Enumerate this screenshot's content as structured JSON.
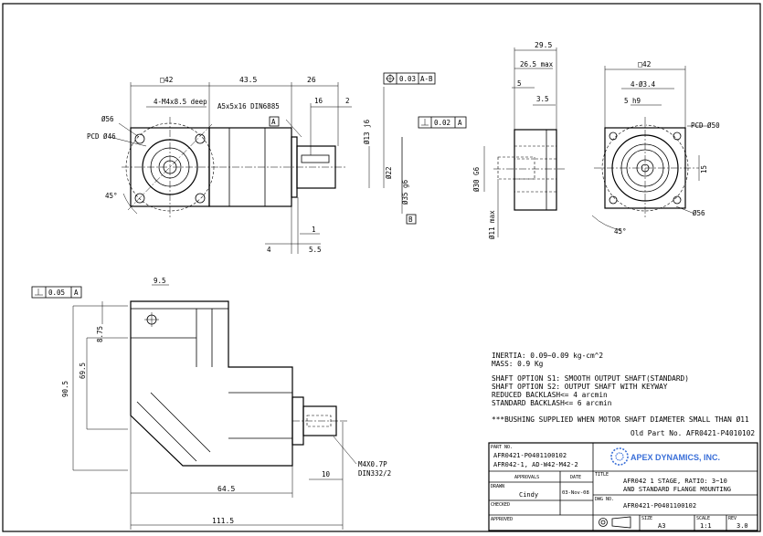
{
  "dims_front": {
    "sq42": "□42",
    "d43_5": "43.5",
    "d26": "26",
    "d16": "16",
    "d2": "2",
    "tap": "4-M4x8.5 deep",
    "key": "A5x5x16 DIN6885",
    "phi56": "Ø56",
    "pcd46": "PCD Ø46",
    "angle45": "45°",
    "phi13": "Ø13 j6",
    "phi22": "Ø22",
    "phi35": "Ø35 g6",
    "d4": "4",
    "d5_5": "5.5",
    "d1": "1",
    "tolA": "A",
    "tolB": "B",
    "tol_pos_val": "0.03",
    "tol_pos_ref": "A-B",
    "tol_perp_val": "0.02",
    "tol_perp_ref": "A"
  },
  "dims_side": {
    "d29_5": "29.5",
    "d26_5": "26.5 max",
    "d5": "5",
    "d3_5": "3.5",
    "phi30": "Ø30 G6",
    "phi11": "Ø11 max"
  },
  "dims_end": {
    "sq42": "□42",
    "holes": "4-Ø3.4",
    "keyw": "5 h9",
    "pcd50": "PCD Ø50",
    "d15": "15",
    "phi56": "Ø56",
    "angle45": "45°"
  },
  "dims_bottom": {
    "tol_val": "0.05",
    "tol_ref": "A",
    "d9_5": "9.5",
    "d8_75": "8.75",
    "d69_5": "69.5",
    "d90_5": "90.5",
    "d64_5": "64.5",
    "d111_5": "111.5",
    "d10": "10",
    "thread1": "M4X0.7P",
    "thread2": "DIN332/2"
  },
  "notes": {
    "inertia": "INERTIA: 0.09~0.09 kg-cm^2",
    "mass": "MASS: 0.9 Kg",
    "s1": "SHAFT OPTION S1: SMOOTH OUTPUT SHAFT(STANDARD)",
    "s2": "SHAFT OPTION S2: OUTPUT SHAFT WITH KEYWAY",
    "reduced": "REDUCED BACKLASH<= 4 arcmin",
    "standard": "STANDARD BACKLASH<= 6 arcmin",
    "bushing": "***BUSHING SUPPLIED WHEN MOTOR SHAFT DIAMETER SMALL THAN Ø11",
    "old_part": "Old Part No. AFR0421-P4010102"
  },
  "title_block": {
    "part_no_label": "PART NO.",
    "part_no_1": "AFR0421-P0401100102",
    "part_no_2": "AFR042-1, AD-W42-M42-2",
    "company": "APEX DYNAMICS, INC.",
    "approvals_label": "APPROVALS",
    "date_label": "DATE",
    "title_label": "TITLE",
    "title_1": "AFR042 1 STAGE, RATIO: 3~10",
    "title_2": "AND STANDARD FLANGE MOUNTING",
    "drawn_label": "DRAWN",
    "drawn_by": "Cindy",
    "drawn_date": "03-Nov-08",
    "dwg_no_label": "DWG NO.",
    "dwg_no": "AFR0421-P0401100102",
    "checked_label": "CHECKED",
    "approved_label": "APPROVED",
    "size_label": "SIZE",
    "size": "A3",
    "scale_label": "SCALE",
    "scale": "1:1",
    "rev_label": "REV",
    "rev": "3.0"
  }
}
